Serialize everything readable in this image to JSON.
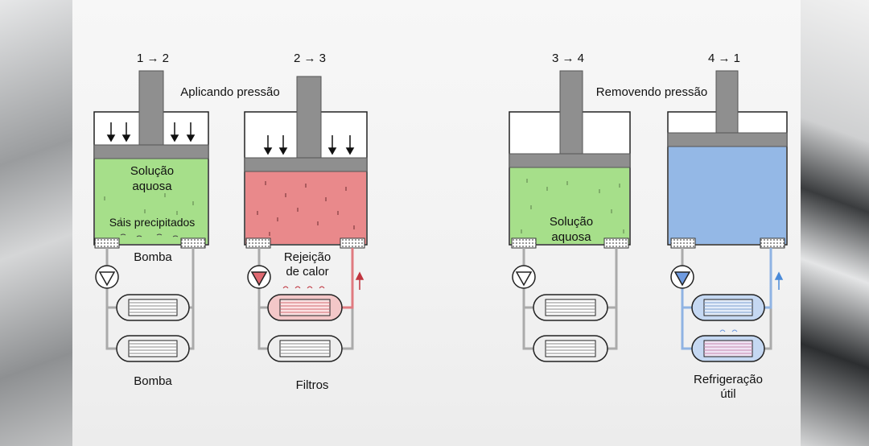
{
  "stages": [
    {
      "step": "1 → 2",
      "fluid_color": "#a6df8a",
      "inner_labels": [
        "Solução",
        "aquosa"
      ],
      "bottom_label": "Sais precipitados",
      "pump_label": "Bomba",
      "caption": "Bomba"
    },
    {
      "step": "2 → 3",
      "fluid_color": "#e9898b",
      "side_labels": [
        "Rejeição",
        "de calor"
      ],
      "caption": "Filtros"
    },
    {
      "step": "3 → 4",
      "fluid_color": "#a6df8a",
      "inner_labels": [
        "Solução",
        "aquosa"
      ]
    },
    {
      "step": "4 → 1",
      "fluid_color": "#94b8e6",
      "caption_lines": [
        "Refrigeração",
        "útil"
      ]
    }
  ],
  "annotations": {
    "applying": "Aplicando pressão",
    "removing": "Removendo pressão"
  },
  "colors": {
    "piston": "#8f8f8f",
    "heat_arrow": "#c0353f",
    "cool_arrow": "#4a8ad8"
  }
}
